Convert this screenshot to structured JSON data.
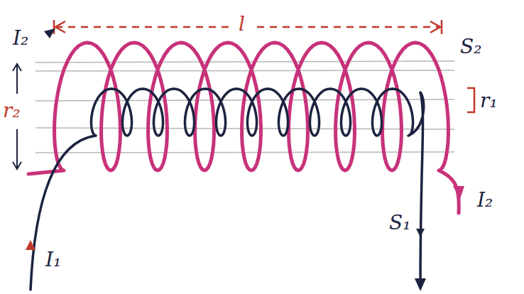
{
  "diagram": {
    "labels": [
      "l",
      "I₂",
      "S₂",
      "r₂",
      "r₁",
      "I₂",
      "I₁",
      "S₁"
    ]
  }
}
